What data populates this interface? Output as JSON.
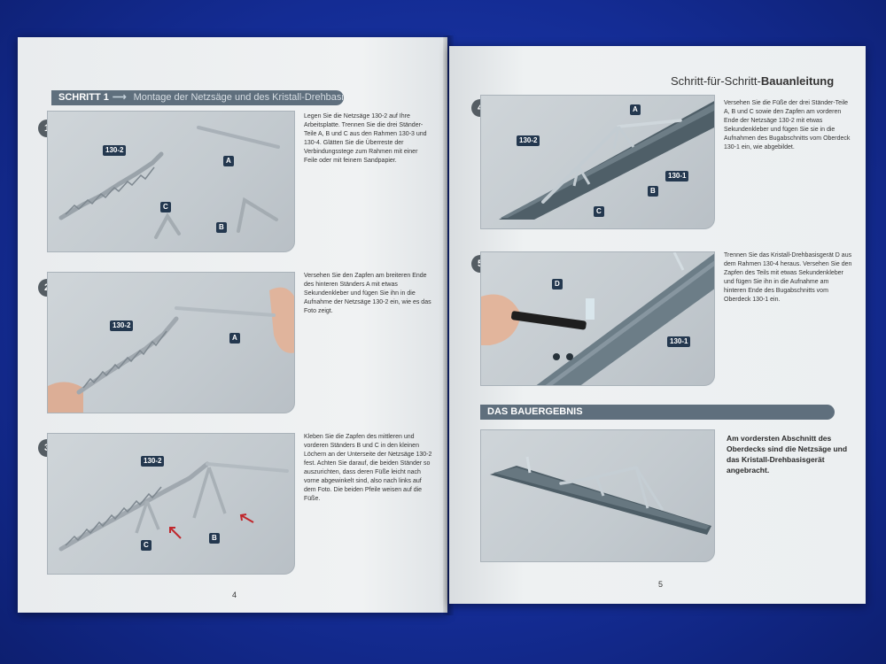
{
  "left_page": {
    "step_banner": {
      "title": "SCHRITT 1",
      "arrow": "⟶",
      "subtitle": "Montage der Netzsäge und des Kristall-Drehbasisgeräts"
    },
    "steps": [
      {
        "number": "1",
        "labels": {
          "saw": "130-2",
          "a": "A",
          "b": "B",
          "c": "C"
        },
        "text": "Legen Sie die Netzsäge 130-2 auf Ihre Arbeitsplatte. Trennen Sie die drei Ständer-Teile A, B und C aus den Rahmen 130-3 und 130-4. Glätten Sie die Überreste der Verbindungsstege zum Rahmen mit einer Feile oder mit feinem Sandpapier."
      },
      {
        "number": "2",
        "labels": {
          "saw": "130-2",
          "a": "A"
        },
        "text": "Versehen Sie den Zapfen am breiteren Ende des hinteren Ständers A mit etwas Sekundenkleber und fügen Sie ihn in die Aufnahme der Netzsäge 130-2 ein, wie es das Foto zeigt."
      },
      {
        "number": "3",
        "labels": {
          "saw": "130-2",
          "b": "B",
          "c": "C"
        },
        "text": "Kleben Sie die Zapfen des mittleren und vorderen Ständers B und C in den kleinen Löchern an der Unterseite der Netzsäge 130-2 fest. Achten Sie darauf, die beiden Ständer so auszurichten, dass deren Füße leicht nach vorne abgewinkelt sind, also nach links auf dem Foto. Die beiden Pfeile weisen auf die Füße."
      }
    ],
    "page_number": "4"
  },
  "right_page": {
    "header": {
      "prefix": "Schritt-für-Schritt-",
      "bold": "Bauanleitung"
    },
    "steps": [
      {
        "number": "4",
        "labels": {
          "saw": "130-2",
          "a": "A",
          "b": "B",
          "c": "C",
          "deck": "130-1"
        },
        "text": "Versehen Sie die Füße der drei Ständer-Teile A, B und C sowie den Zapfen am vorderen Ende der Netzsäge 130-2 mit etwas Sekundenkleber und fügen Sie sie in die Aufnahmen des Bugabschnitts vom Oberdeck 130-1 ein, wie abgebildet."
      },
      {
        "number": "5",
        "labels": {
          "d": "D",
          "deck": "130-1"
        },
        "text": "Trennen Sie das Kristall-Drehbasisgerät D aus dem Rahmen 130-4 heraus. Versehen Sie den Zapfen des Teils mit etwas Sekundenkleber und fügen Sie ihn in die Aufnahme am hinteren Ende des Bugabschnitts vom Oberdeck 130-1 ein."
      }
    ],
    "result_banner": "DAS BAUERGEBNIS",
    "result_text": "Am vordersten Abschnitt des Oberdecks sind die Netzsäge und das Kristall-Drehbasisgerät angebracht.",
    "page_number": "5"
  },
  "colors": {
    "background": "#142c94",
    "banner": "#5f6f7d",
    "label": "#24384f",
    "arrow": "#c0282d"
  }
}
